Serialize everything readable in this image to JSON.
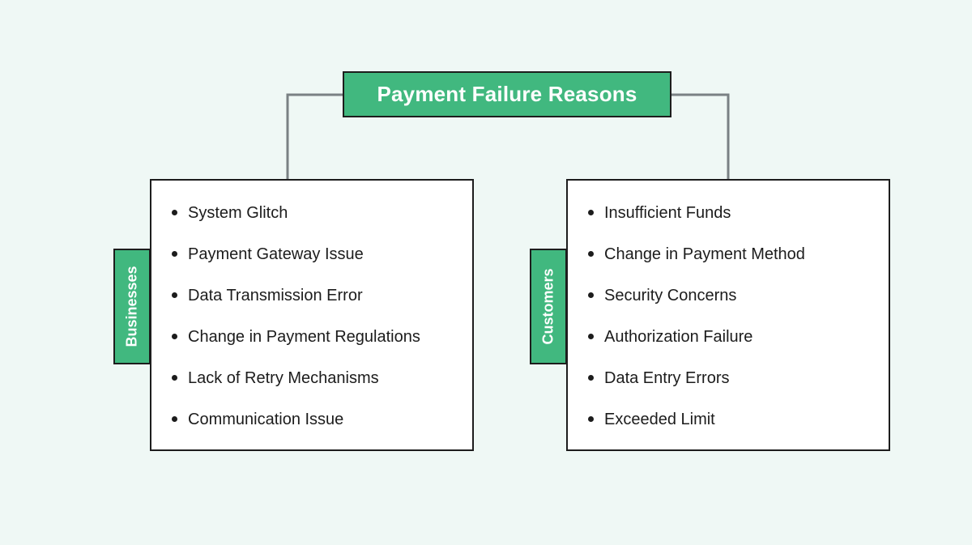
{
  "canvas": {
    "background_color": "#eff8f5",
    "accent_color": "#41b87f",
    "border_color": "#1d1d1d",
    "connector_color": "#7a8184",
    "text_color": "#1c1c1c"
  },
  "root": {
    "title": "Payment Failure Reasons"
  },
  "branches": [
    {
      "tab_label": "Businesses",
      "items": [
        "System Glitch",
        "Payment Gateway Issue",
        "Data Transmission Error",
        "Change in Payment Regulations",
        "Lack of Retry Mechanisms",
        "Communication Issue"
      ]
    },
    {
      "tab_label": "Customers",
      "items": [
        "Insufficient Funds",
        "Change in Payment Method",
        "Security Concerns",
        "Authorization Failure",
        "Data Entry Errors",
        "Exceeded Limit"
      ]
    }
  ]
}
